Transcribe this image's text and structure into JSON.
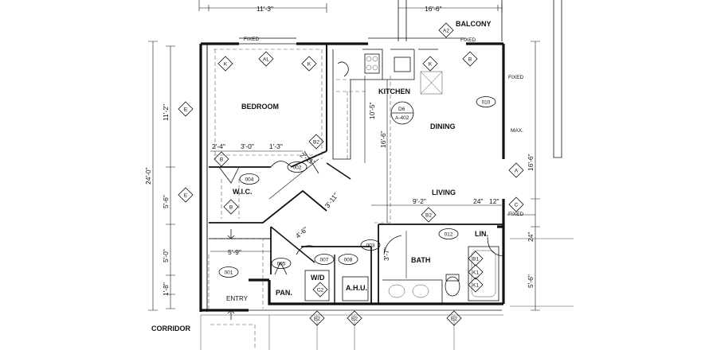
{
  "rooms": {
    "bedroom": "BEDROOM",
    "wic": "W.I.C.",
    "kitchen": "KITCHEN",
    "dining": "DINING",
    "living": "LIVING",
    "bath": "BATH",
    "lin": "LIN.",
    "pan": "PAN.",
    "ahu": "A.H.U.",
    "wd": "W/D",
    "entry": "ENTRY",
    "corridor": "CORRIDOR",
    "balcony": "BALCONY"
  },
  "notes": {
    "fixed_1": "FIXED",
    "fixed_2": "FIXED",
    "fixed_3": "FIXED",
    "fixed_4": "FIXED",
    "max": "MAX."
  },
  "dimensions": {
    "top_left": "11'-3\"",
    "top_right": "16'-6\"",
    "left_1": "11'-2\"",
    "left_total": "24'-0\"",
    "left_2": "5'-6\"",
    "left_3": "5'-0\"",
    "left_4": "1'-8\"",
    "wic_1": "2'-4\"",
    "wic_2": "3'-0\"",
    "wic_3": "1'-3\"",
    "diag_1": "2'-11\"",
    "diag_2": "3'-11\"",
    "diag_3": "4'-6\"",
    "kitchen_v": "10'-5\"",
    "dining_v": "16'-6\"",
    "living_1": "9'-2\"",
    "living_2": "24\"",
    "living_3": "12\"",
    "right_1": "16'-6\"",
    "right_2": "24\"",
    "right_3": "5'-6\"",
    "entry_h": "5'-9\"",
    "bath_v": "3'-7\""
  },
  "tags": {
    "a2": "A2",
    "al": "AL",
    "k": "K",
    "b": "B",
    "b1": "B1",
    "b2": "B2",
    "e": "E",
    "e2": "E2",
    "a": "A",
    "c": "C",
    "c2": "C2",
    "k1": "K1",
    "d6": "D6",
    "a402": "A-402"
  },
  "room_numbers": {
    "r001": "001",
    "r002": "002",
    "r003": "003",
    "r004": "004",
    "r005": "005",
    "r007": "007",
    "r008": "008",
    "r010": "010",
    "r012": "012"
  }
}
